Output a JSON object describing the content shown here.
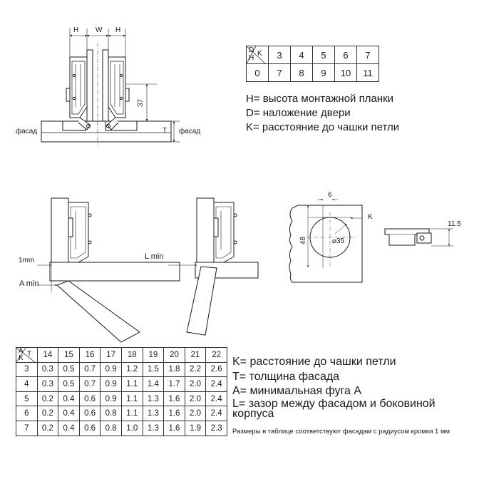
{
  "top_view": {
    "dim_h_left": "H",
    "dim_w": "W",
    "dim_h_right": "H",
    "dim_37": "37",
    "dim_t": "T",
    "label_facade_left": "фасад",
    "label_facade_right": "фасад"
  },
  "dh_table": {
    "corner_d": "D",
    "corner_h": "H",
    "corner_k": "K",
    "k_values": [
      "3",
      "4",
      "5",
      "6",
      "7"
    ],
    "h_value": "0",
    "d_values": [
      "7",
      "8",
      "9",
      "10",
      "11"
    ]
  },
  "legend_top": {
    "line1": "H= высота монтажной планки",
    "line2": "D= наложение двери",
    "line3": "K= расстояние до чашки петли"
  },
  "detail_views": {
    "label_1mm": "1mm",
    "label_a_min": "A min",
    "label_l_min": "L min",
    "dim_6": "6",
    "dim_k": "K",
    "dim_48": "48",
    "dim_diameter": "⌀35",
    "dim_11_5": "11.5"
  },
  "ak_table": {
    "corner_a": "A",
    "corner_k": "K",
    "corner_t": "T",
    "t_values": [
      "14",
      "15",
      "16",
      "17",
      "18",
      "19",
      "20",
      "21",
      "22"
    ],
    "rows": [
      {
        "k": "3",
        "a": [
          "0.3",
          "0.5",
          "0.7",
          "0.9",
          "1.2",
          "1.5",
          "1.8",
          "2.2",
          "2.6"
        ]
      },
      {
        "k": "4",
        "a": [
          "0.3",
          "0.5",
          "0.7",
          "0.9",
          "1.1",
          "1.4",
          "1.7",
          "2.0",
          "2.4"
        ]
      },
      {
        "k": "5",
        "a": [
          "0.2",
          "0.4",
          "0.6",
          "0.9",
          "1.1",
          "1.3",
          "1.6",
          "2.0",
          "2.4"
        ]
      },
      {
        "k": "6",
        "a": [
          "0.2",
          "0.4",
          "0.6",
          "0.8",
          "1.1",
          "1.3",
          "1.6",
          "2.0",
          "2.4"
        ]
      },
      {
        "k": "7",
        "a": [
          "0.2",
          "0.4",
          "0.6",
          "0.8",
          "1.0",
          "1.3",
          "1.6",
          "1.9",
          "2.3"
        ]
      }
    ]
  },
  "legend_bottom": {
    "line1": "K= расстояние до чашки петли",
    "line2": "T= толщина фасада",
    "line3": "A= минимальная фуга A",
    "line4": "L= зазор между фасадом и боковиной корпуса"
  },
  "footnote": "Размеры в таблице соответствуют фасадам с радиусом кромки 1 мм"
}
